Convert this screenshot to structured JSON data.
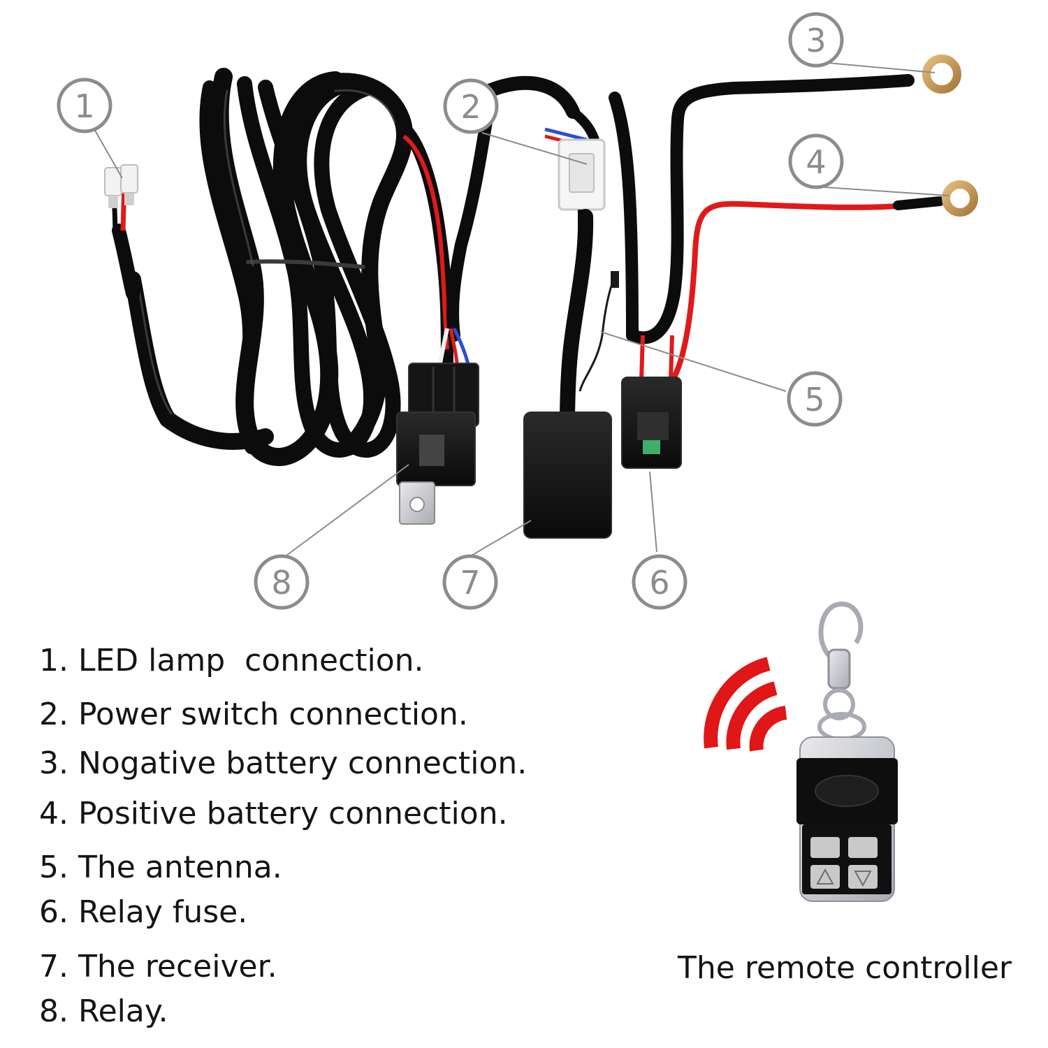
{
  "callouts": [
    {
      "number": "1"
    },
    {
      "number": "2"
    },
    {
      "number": "3"
    },
    {
      "number": "4"
    },
    {
      "number": "5"
    },
    {
      "number": "6"
    },
    {
      "number": "7"
    },
    {
      "number": "8"
    }
  ],
  "legend": [
    {
      "text": "1. LED lamp  connection."
    },
    {
      "text": "2. Power switch connection."
    },
    {
      "text": "3. Nogative battery connection."
    },
    {
      "text": "4. Positive battery connection."
    },
    {
      "text": "5. The antenna."
    },
    {
      "text": "6. Relay fuse."
    },
    {
      "text": "7. The receiver."
    },
    {
      "text": "8. Relay."
    }
  ],
  "remote_caption": "The remote controller",
  "colors": {
    "wire_black": "#0c0c0c",
    "wire_red": "#e01a1a",
    "wire_blue": "#2a4fd6",
    "callout_gray": "#8c8c8c",
    "signal_red": "#e11616",
    "ring_terminal": "#c89a5a"
  },
  "icons": {
    "signal_waves": "wireless-signal-icon",
    "up_arrow": "triangle-up-icon",
    "down_arrow": "triangle-down-icon"
  }
}
